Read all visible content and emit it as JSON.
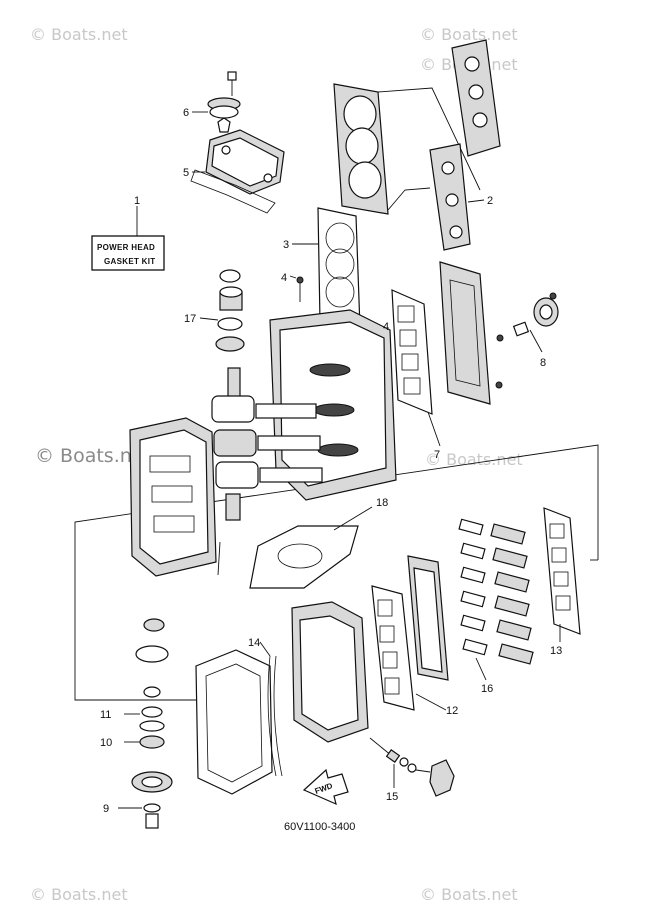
{
  "watermark": {
    "text": "© Boats.net",
    "big_text": "© Boats.net"
  },
  "kit_box": {
    "line1": "POWER HEAD",
    "line2": "GASKET KIT"
  },
  "diagram_code": "60V1100-3400",
  "fwd_label": "FWD",
  "callouts": {
    "c1": "1",
    "c2": "2",
    "c3": "3",
    "c4a": "4",
    "c4b": "4",
    "c5": "5",
    "c6": "6",
    "c7": "7",
    "c8": "8",
    "c9": "9",
    "c10": "10",
    "c11": "11",
    "c12": "12",
    "c13": "13",
    "c14": "14",
    "c15": "15",
    "c16": "16",
    "c17": "17",
    "c18": "18"
  }
}
